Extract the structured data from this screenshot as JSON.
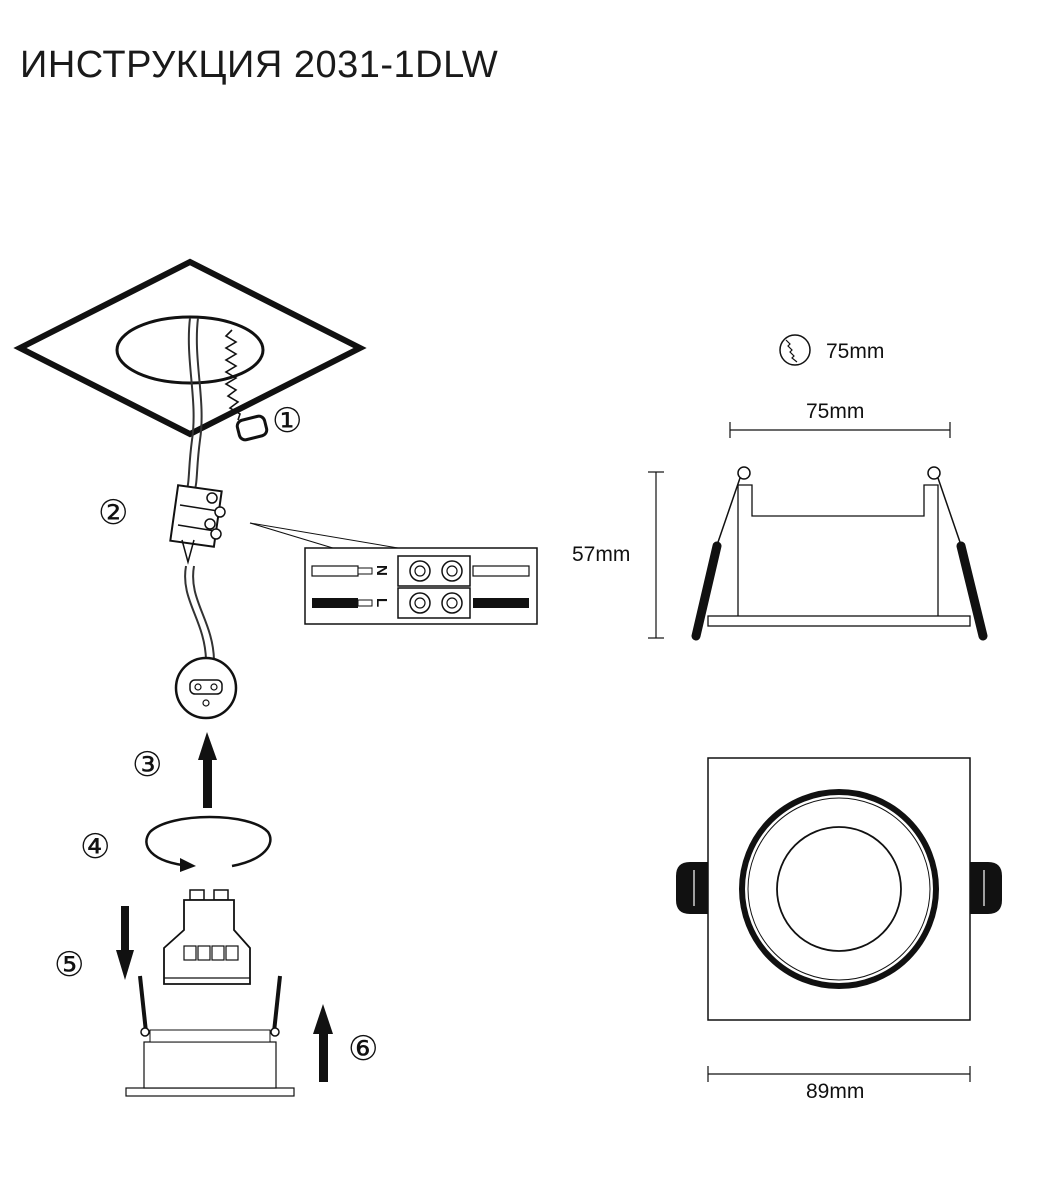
{
  "title": "ИНСТРУКЦИЯ 2031-1DLW",
  "steps": [
    "①",
    "②",
    "③",
    "④",
    "⑤",
    "⑥"
  ],
  "terminal": {
    "neutral": "N",
    "line": "L"
  },
  "dimensions": {
    "cutout": "75mm",
    "top_width": "75mm",
    "height": "57mm",
    "frame_width": "89mm"
  },
  "icons": {
    "cutout": "saw-cutout-icon",
    "lamp": "gu10-lamp-icon",
    "socket": "gu10-socket-icon",
    "connector": "terminal-block-icon"
  }
}
